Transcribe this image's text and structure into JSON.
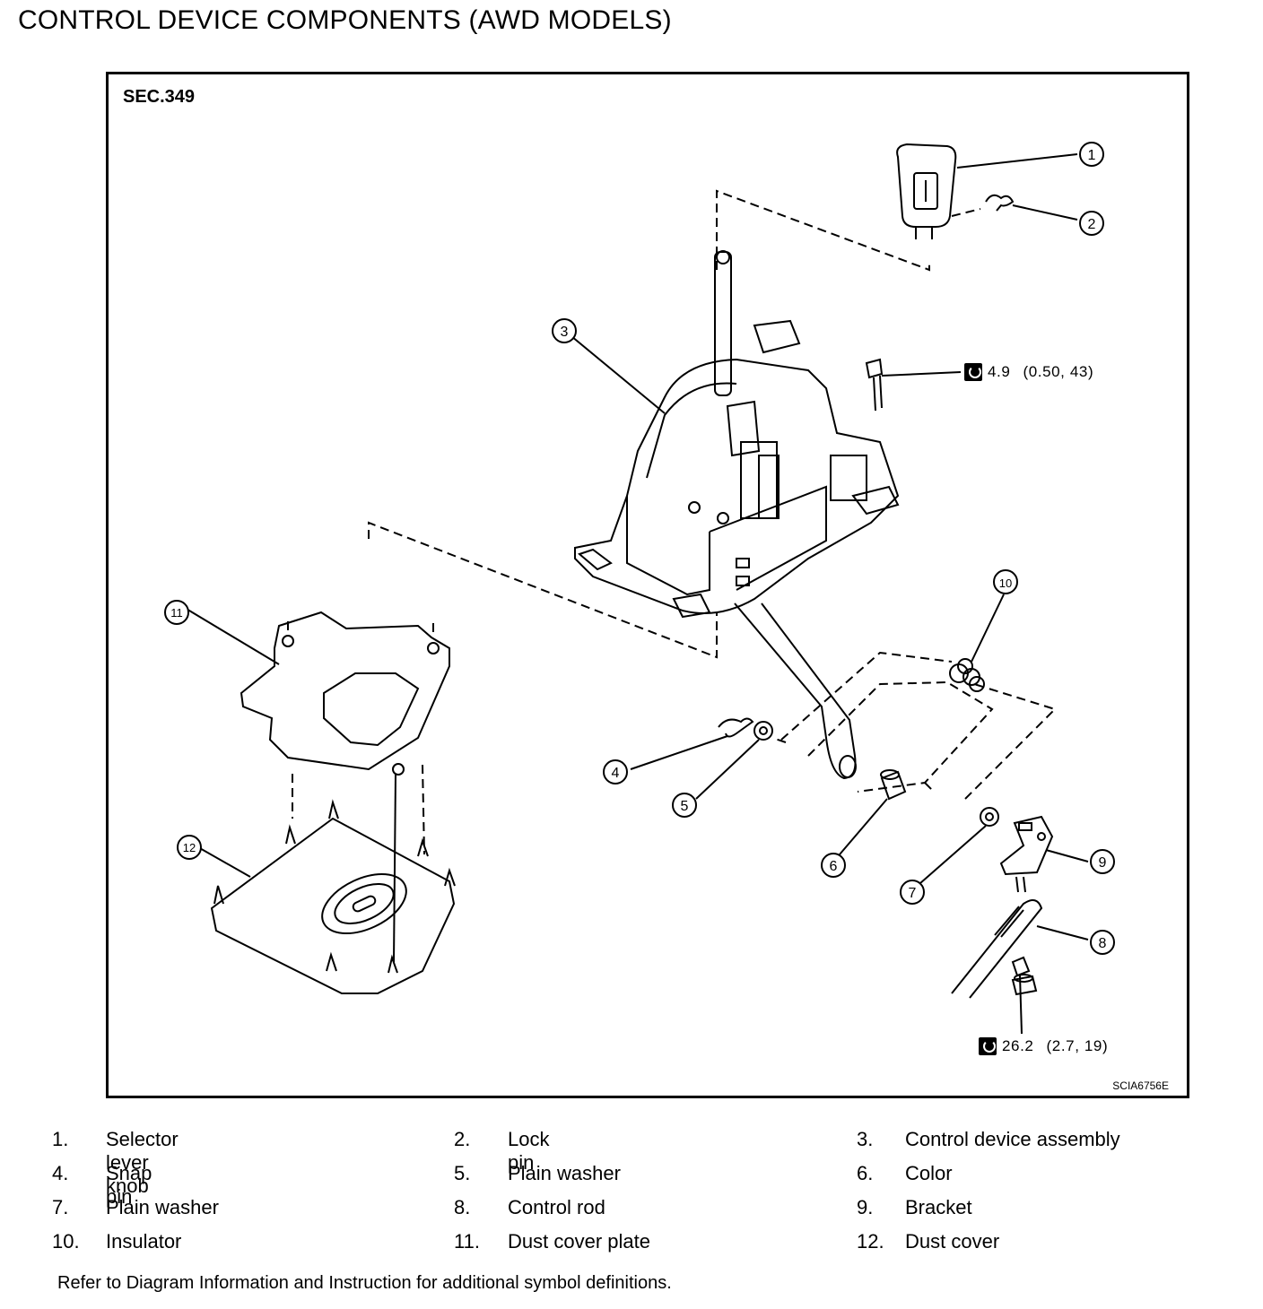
{
  "title": "CONTROL DEVICE COMPONENTS (AWD MODELS)",
  "section": "SEC.349",
  "figure_code": "SCIA6756E",
  "torque_specs": [
    {
      "value": "4.9",
      "units": "(0.50, 43)"
    },
    {
      "value": "26.2",
      "units": "(2.7, 19)"
    }
  ],
  "callouts": [
    "1",
    "2",
    "3",
    "4",
    "5",
    "6",
    "7",
    "8",
    "9",
    "10",
    "11",
    "12"
  ],
  "legend": [
    {
      "num": "1.",
      "name": "Selector lever knob"
    },
    {
      "num": "2.",
      "name": "Lock pin"
    },
    {
      "num": "3.",
      "name": "Control device assembly"
    },
    {
      "num": "4.",
      "name": "Snap pin"
    },
    {
      "num": "5.",
      "name": "Plain washer"
    },
    {
      "num": "6.",
      "name": "Color"
    },
    {
      "num": "7.",
      "name": "Plain washer"
    },
    {
      "num": "8.",
      "name": "Control rod"
    },
    {
      "num": "9.",
      "name": "Bracket"
    },
    {
      "num": "10.",
      "name": "Insulator"
    },
    {
      "num": "11.",
      "name": "Dust cover plate"
    },
    {
      "num": "12.",
      "name": "Dust cover"
    }
  ],
  "footnote": "Refer to Diagram Information and Instruction for additional symbol definitions."
}
